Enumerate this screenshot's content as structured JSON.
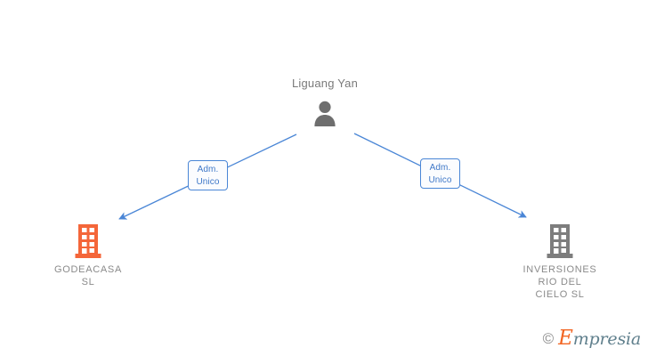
{
  "diagram": {
    "type": "org-relationship-graph",
    "background_color": "#ffffff",
    "person": {
      "name": "Liguang Yan",
      "icon": "person-silhouette-icon",
      "icon_color": "#6e6e6e",
      "text_color": "#7a7a7a"
    },
    "companies": [
      {
        "id": "godeacasa",
        "name": "GODEACASA\nSL",
        "icon": "building-icon",
        "icon_color": "#f4663a",
        "text_color": "#8a8a8a",
        "position": "left"
      },
      {
        "id": "inversiones-rio-del-cielo",
        "name": "INVERSIONES\nRIO DEL\nCIELO  SL",
        "icon": "building-icon",
        "icon_color": "#7d7d7d",
        "text_color": "#8a8a8a",
        "position": "right"
      }
    ],
    "edges": [
      {
        "from": "Liguang Yan",
        "to": "godeacasa",
        "role_line1": "Adm.",
        "role_line2": "Unico",
        "color": "#4a86d6"
      },
      {
        "from": "Liguang Yan",
        "to": "inversiones-rio-del-cielo",
        "role_line1": "Adm.",
        "role_line2": "Unico",
        "color": "#4a86d6"
      }
    ],
    "watermark": {
      "copyright": "©",
      "brand_initial": "E",
      "brand_rest": "mpresia",
      "initial_color": "#f26522",
      "rest_color": "#5f7f8c"
    }
  }
}
